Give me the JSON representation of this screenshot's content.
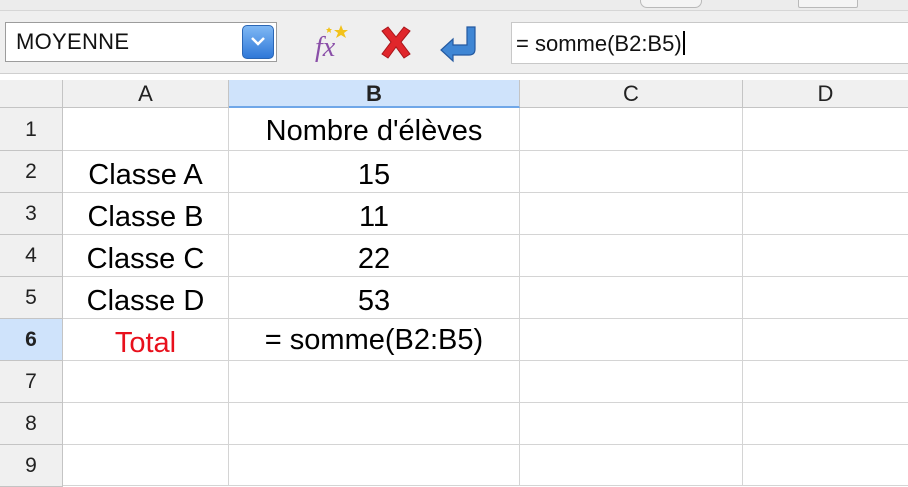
{
  "name_box": {
    "value": "MOYENNE"
  },
  "formula_bar": {
    "value": "= somme(B2:B5)"
  },
  "toolbar_icons": [
    "function-wizard-icon",
    "cancel-icon",
    "accept-icon"
  ],
  "columns": [
    "A",
    "B",
    "C",
    "D"
  ],
  "selected_column": "B",
  "rows": [
    "1",
    "2",
    "3",
    "4",
    "5",
    "6",
    "7",
    "8",
    "9"
  ],
  "selected_row": "6",
  "cells": {
    "A1": "",
    "B1": "Nombre d'élèves",
    "A2": "Classe A",
    "B2": "15",
    "A3": "Classe B",
    "B3": "11",
    "A4": "Classe C",
    "B4": "22",
    "A5": "Classe D",
    "B5": "53",
    "A6": "Total",
    "B6": "= somme(B2:B5)"
  },
  "colors": {
    "total_label": "#e8101c",
    "selection_header": "#cfe3fb",
    "accent_blue": "#2f78d8"
  }
}
